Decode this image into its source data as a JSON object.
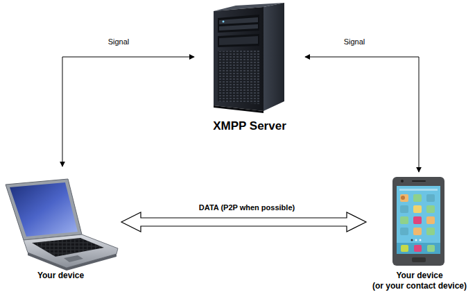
{
  "diagram": {
    "nodes": [
      {
        "text": [
          "XMPP Server"
        ]
      },
      {
        "text": [
          "Your device"
        ]
      },
      {
        "text": [
          "Your device",
          "(or your contact device)"
        ]
      }
    ],
    "edges": [
      {
        "from": 0,
        "to": 1,
        "label": "Signal",
        "arrow": "both"
      },
      {
        "from": 0,
        "to": 2,
        "label": "Signal",
        "arrow": "both"
      },
      {
        "from": 1,
        "to": 2,
        "label": "DATA (P2P when possible)",
        "arrow": "both"
      }
    ]
  }
}
